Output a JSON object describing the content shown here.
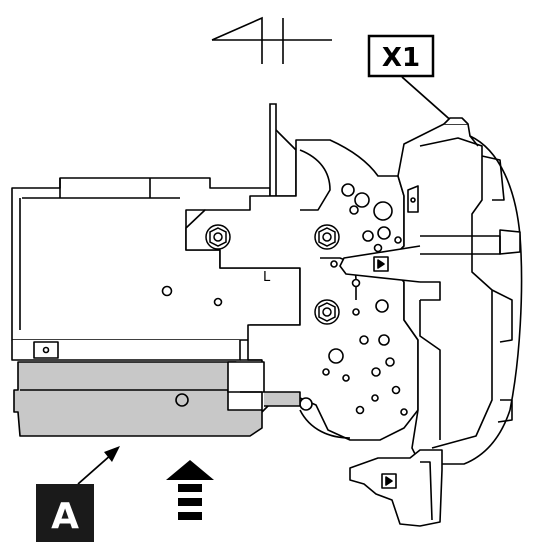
{
  "labels": {
    "x1": "X1",
    "a": "A",
    "l": "L"
  },
  "icons": {
    "view_symbol": "projection-symbol-icon",
    "direction": "up-arrow-icon",
    "screws": "hex-screw-icon"
  },
  "colors": {
    "line": "#000000",
    "shade": "#c8c8c8",
    "label_a_bg": "#1a1a1a",
    "label_a_text": "#ffffff",
    "background": "#ffffff"
  }
}
